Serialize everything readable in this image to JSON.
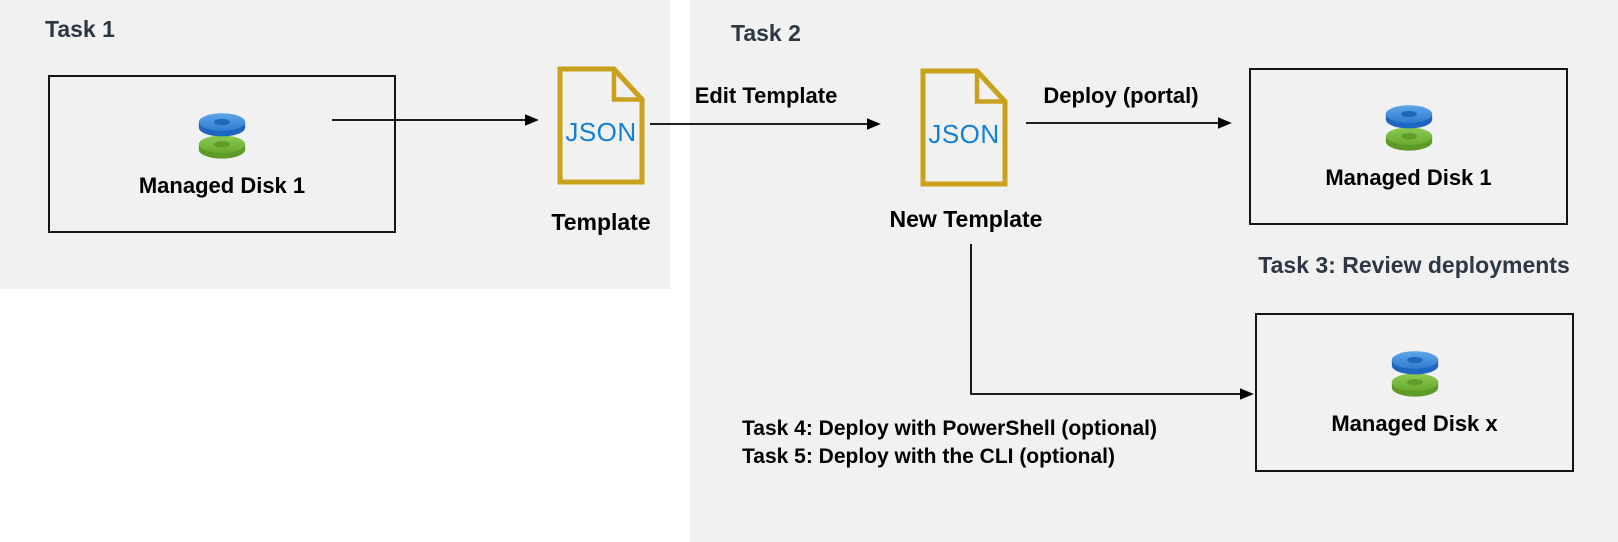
{
  "headings": {
    "task1": "Task 1",
    "task2": "Task 2",
    "task3": "Task 3: Review deployments",
    "task4": "Task 4: Deploy with PowerShell (optional)",
    "task5": "Task 5: Deploy with the CLI (optional)"
  },
  "nodes": {
    "source_disk": {
      "label": "Managed Disk 1",
      "icon": "managed-disk-icon"
    },
    "template_file": {
      "text": "JSON",
      "label": "Template",
      "icon": "json-file-icon"
    },
    "new_template_file": {
      "text": "JSON",
      "label": "New Template",
      "icon": "json-file-icon"
    },
    "portal_disk": {
      "label": "Managed Disk 1",
      "icon": "managed-disk-icon"
    },
    "disk_x": {
      "label": "Managed Disk x",
      "icon": "managed-disk-icon"
    }
  },
  "arrow_labels": {
    "edit_template": "Edit Template",
    "deploy_portal": "Deploy (portal)"
  },
  "colors": {
    "panel_bg": "#f1f1f1",
    "page_bg": "#ffffff",
    "heading_text": "#2d3844",
    "label_text": "#000000",
    "file_outline_gold": "#c9a11c",
    "json_text_blue": "#1180d8",
    "connector": "#000000",
    "disk_blue_top_light": "#5fa5e8",
    "disk_blue_top_dark": "#2f7cd0",
    "disk_blue_side": "#1e66c1",
    "disk_blue_hole": "#2066ba",
    "disk_green_top_light": "#8ccb52",
    "disk_green_top_dark": "#68a930",
    "disk_green_side": "#5e9a28",
    "disk_green_hole": "#5f9c2e"
  }
}
